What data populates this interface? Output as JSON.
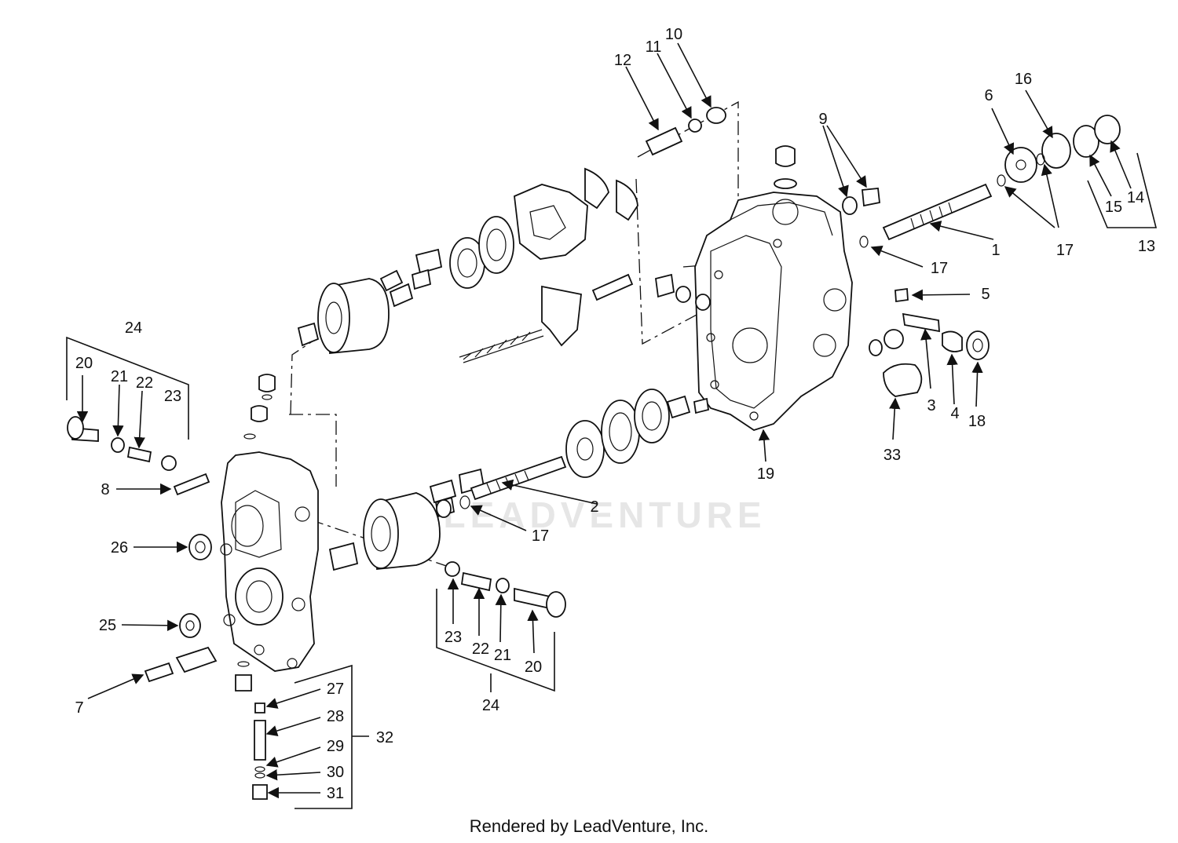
{
  "footer": "Rendered by LeadVenture, Inc.",
  "watermark": "LEADVENTURE",
  "callouts": [
    "1",
    "2",
    "3",
    "4",
    "5",
    "6",
    "7",
    "8",
    "9",
    "10",
    "11",
    "12",
    "13",
    "14",
    "15",
    "16",
    "17",
    "18",
    "19",
    "20",
    "21",
    "22",
    "23",
    "24",
    "25",
    "26",
    "27",
    "28",
    "29",
    "30",
    "31",
    "32",
    "33"
  ]
}
